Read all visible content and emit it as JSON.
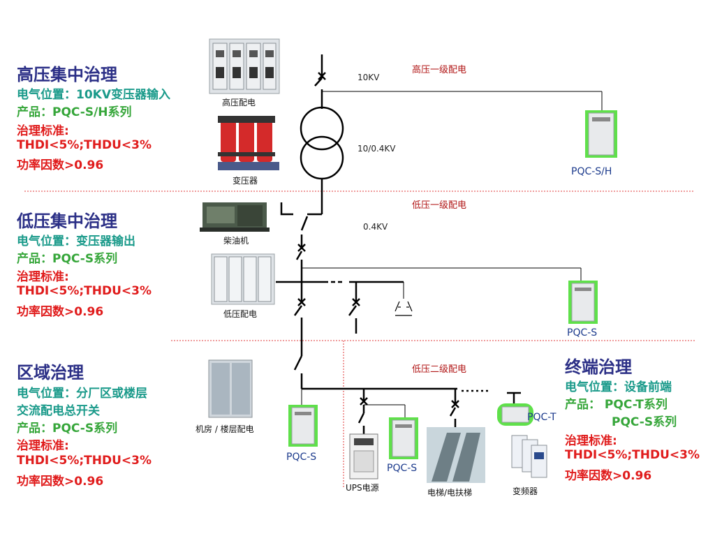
{
  "sections": [
    {
      "title": "高压集中治理",
      "position": "电气位置：10KV变压器输入",
      "product": "产品：PQC-S/H系列",
      "standard_label": "治理标准:",
      "thd": "THDI<5%;THDU<3%",
      "pf": "功率因数>0.96"
    },
    {
      "title": "低压集中治理",
      "position": "电气位置：变压器输出",
      "product": "产品：PQC-S系列",
      "standard_label": "治理标准:",
      "thd": "THDI<5%;THDU<3%",
      "pf": "功率因数>0.96"
    },
    {
      "title": "区域治理",
      "position": "电气位置：分厂区或楼层",
      "position2": "交流配电总开关",
      "product": "产品：PQC-S系列",
      "standard_label": "治理标准:",
      "thd": "THDI<5%;THDU<3%",
      "pf": "功率因数>0.96"
    },
    {
      "title": "终端治理",
      "position": "电气位置：设备前端",
      "product": "产品：  PQC-T系列",
      "product2": "PQC-S系列",
      "standard_label": "治理标准:",
      "thd": "THDI<5%;THDU<3%",
      "pf": "功率因数>0.96"
    }
  ],
  "equipment_labels": {
    "hv_switchgear": "高压配电",
    "transformer": "变压器",
    "diesel": "柴油机",
    "lv_switchgear": "低压配电",
    "floor_cabinet": "机房 / 楼层配电",
    "ups": "UPS电源",
    "elevator": "电梯/电扶梯",
    "vfd": "变频器"
  },
  "device_labels": {
    "pqc_sh": "PQC-S/H",
    "pqc_s_lv": "PQC-S",
    "pqc_s_zone": "PQC-S",
    "pqc_s_terminal": "PQC-S",
    "pqc_t": "PQC-T"
  },
  "level_labels": {
    "hv_primary": "高压一级配电",
    "lv_primary": "低压一级配电",
    "lv_secondary": "低压二级配电"
  },
  "voltage_labels": {
    "v10kv": "10KV",
    "ratio": "10/0.4KV",
    "v04kv": "0.4KV"
  },
  "colors": {
    "title": "#2b2f86",
    "position_text": "#1a9a8a",
    "product_text": "#36a63a",
    "standard_text": "#e01b1b",
    "device_highlight": "#5fe04a",
    "divider": "#e03a3a"
  }
}
